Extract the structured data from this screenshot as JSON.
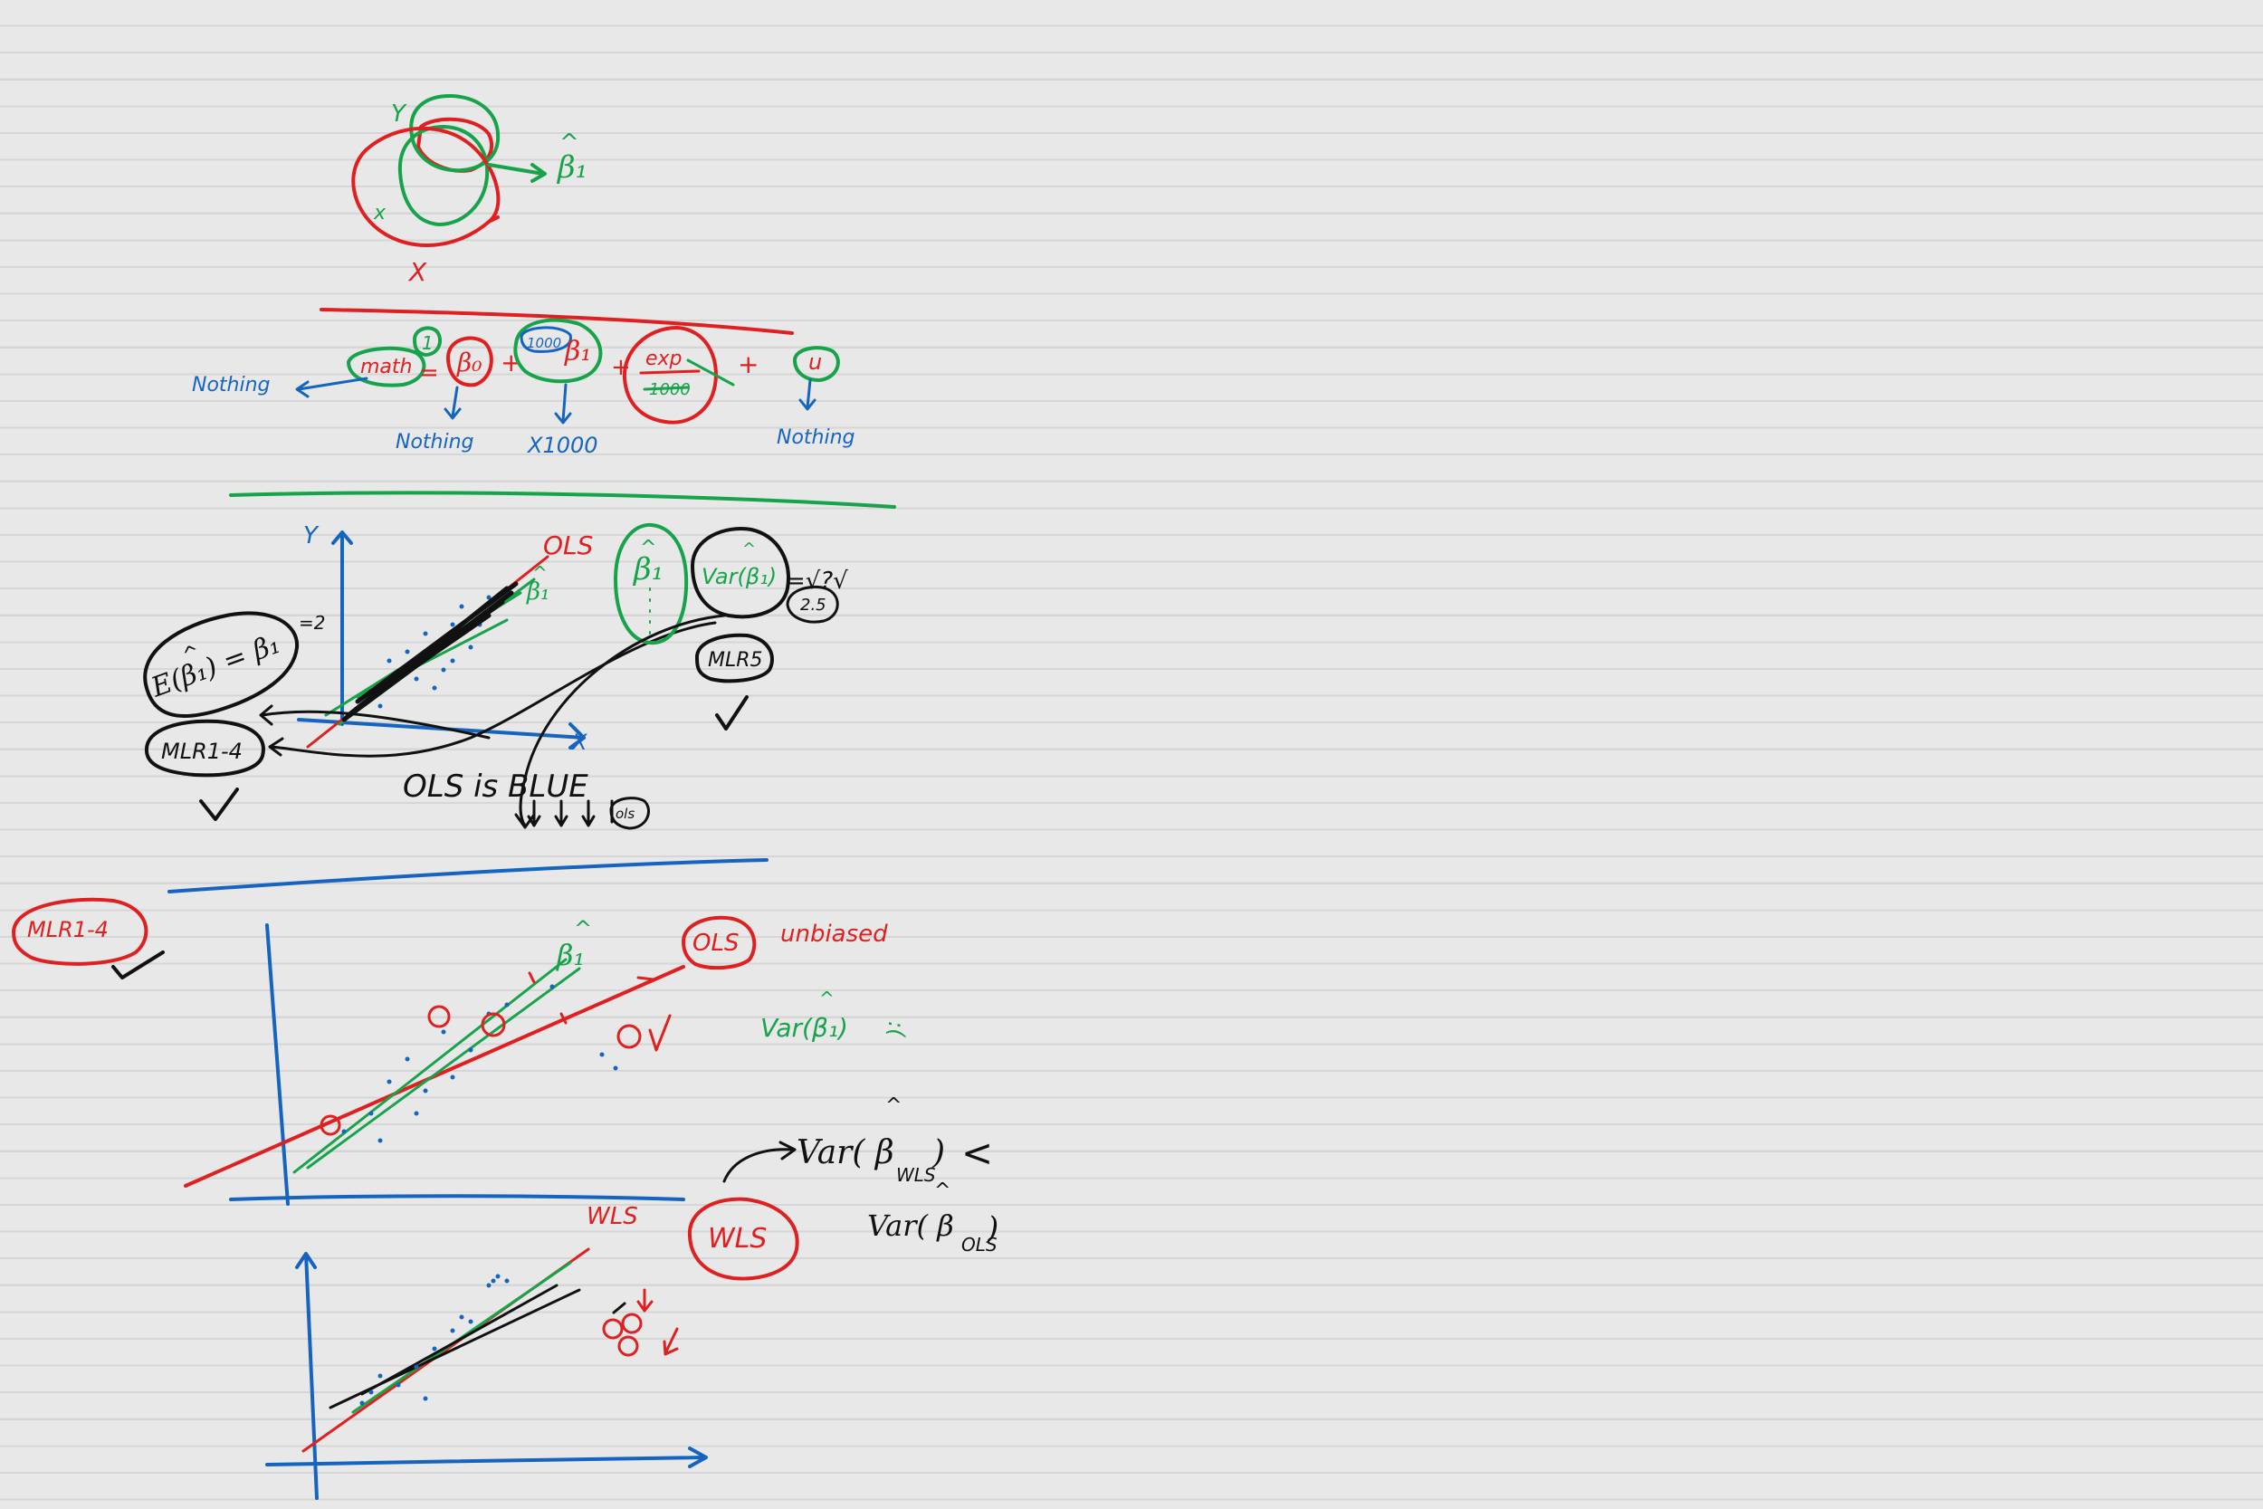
{
  "colors": {
    "red": "#e02020",
    "green": "#16a34a",
    "blue": "#1565c0",
    "black": "#111111",
    "paper": "#e8e8e8",
    "rule": "#d6d6d6"
  },
  "venn": {
    "y_label": "Y",
    "x_label": "X",
    "small_x_label": "x",
    "beta_label": "β₁",
    "beta_hat": "^"
  },
  "equation": {
    "lhs": "math",
    "eq": "=",
    "one": "1",
    "b0": "β₀",
    "plus1": "+",
    "scale": "1000",
    "b1": "β₁",
    "plus2": "+",
    "exp_top": "exp",
    "exp_bottom": "1000",
    "plus3": "+",
    "u": "u",
    "left_note": "Nothing",
    "b0_note": "Nothing",
    "b1_note": "X1000",
    "u_note": "Nothing"
  },
  "ols_section": {
    "y_axis": "Y",
    "x_axis": "X",
    "ols_label": "OLS",
    "beta_label": "β₁",
    "hat": "^",
    "expect_label": "E(β₁) = β₁",
    "expect_hat": "^",
    "squared": "=2",
    "mlr_box": "MLR1-4",
    "beta_big": "β₁",
    "var_label": "Var(β₁)",
    "var_hat": "^",
    "var_check": "=√?√",
    "box25": "2.5",
    "box_mlr5": "MLR5",
    "ols_blue": "OLS is BLUE",
    "small_ols": "ols"
  },
  "wls_section": {
    "mlr_box": "MLR1-4",
    "ols_circle": "OLS",
    "unbiased": "unbiased",
    "beta_label": "β₁",
    "beta_hat": "^",
    "var_green": "Var(β₁)",
    "var_green_hat": "^",
    "frown": ":(",
    "wls_circle": "WLS",
    "wls_label": "WLS",
    "var_wls": "Var( β",
    "var_wls_sub": "WLS",
    "var_wls_close": ")",
    "lt": "<",
    "var_ols": "Var( β",
    "var_ols_sub": "OLS",
    "var_ols_close": ")",
    "hat": "^"
  }
}
